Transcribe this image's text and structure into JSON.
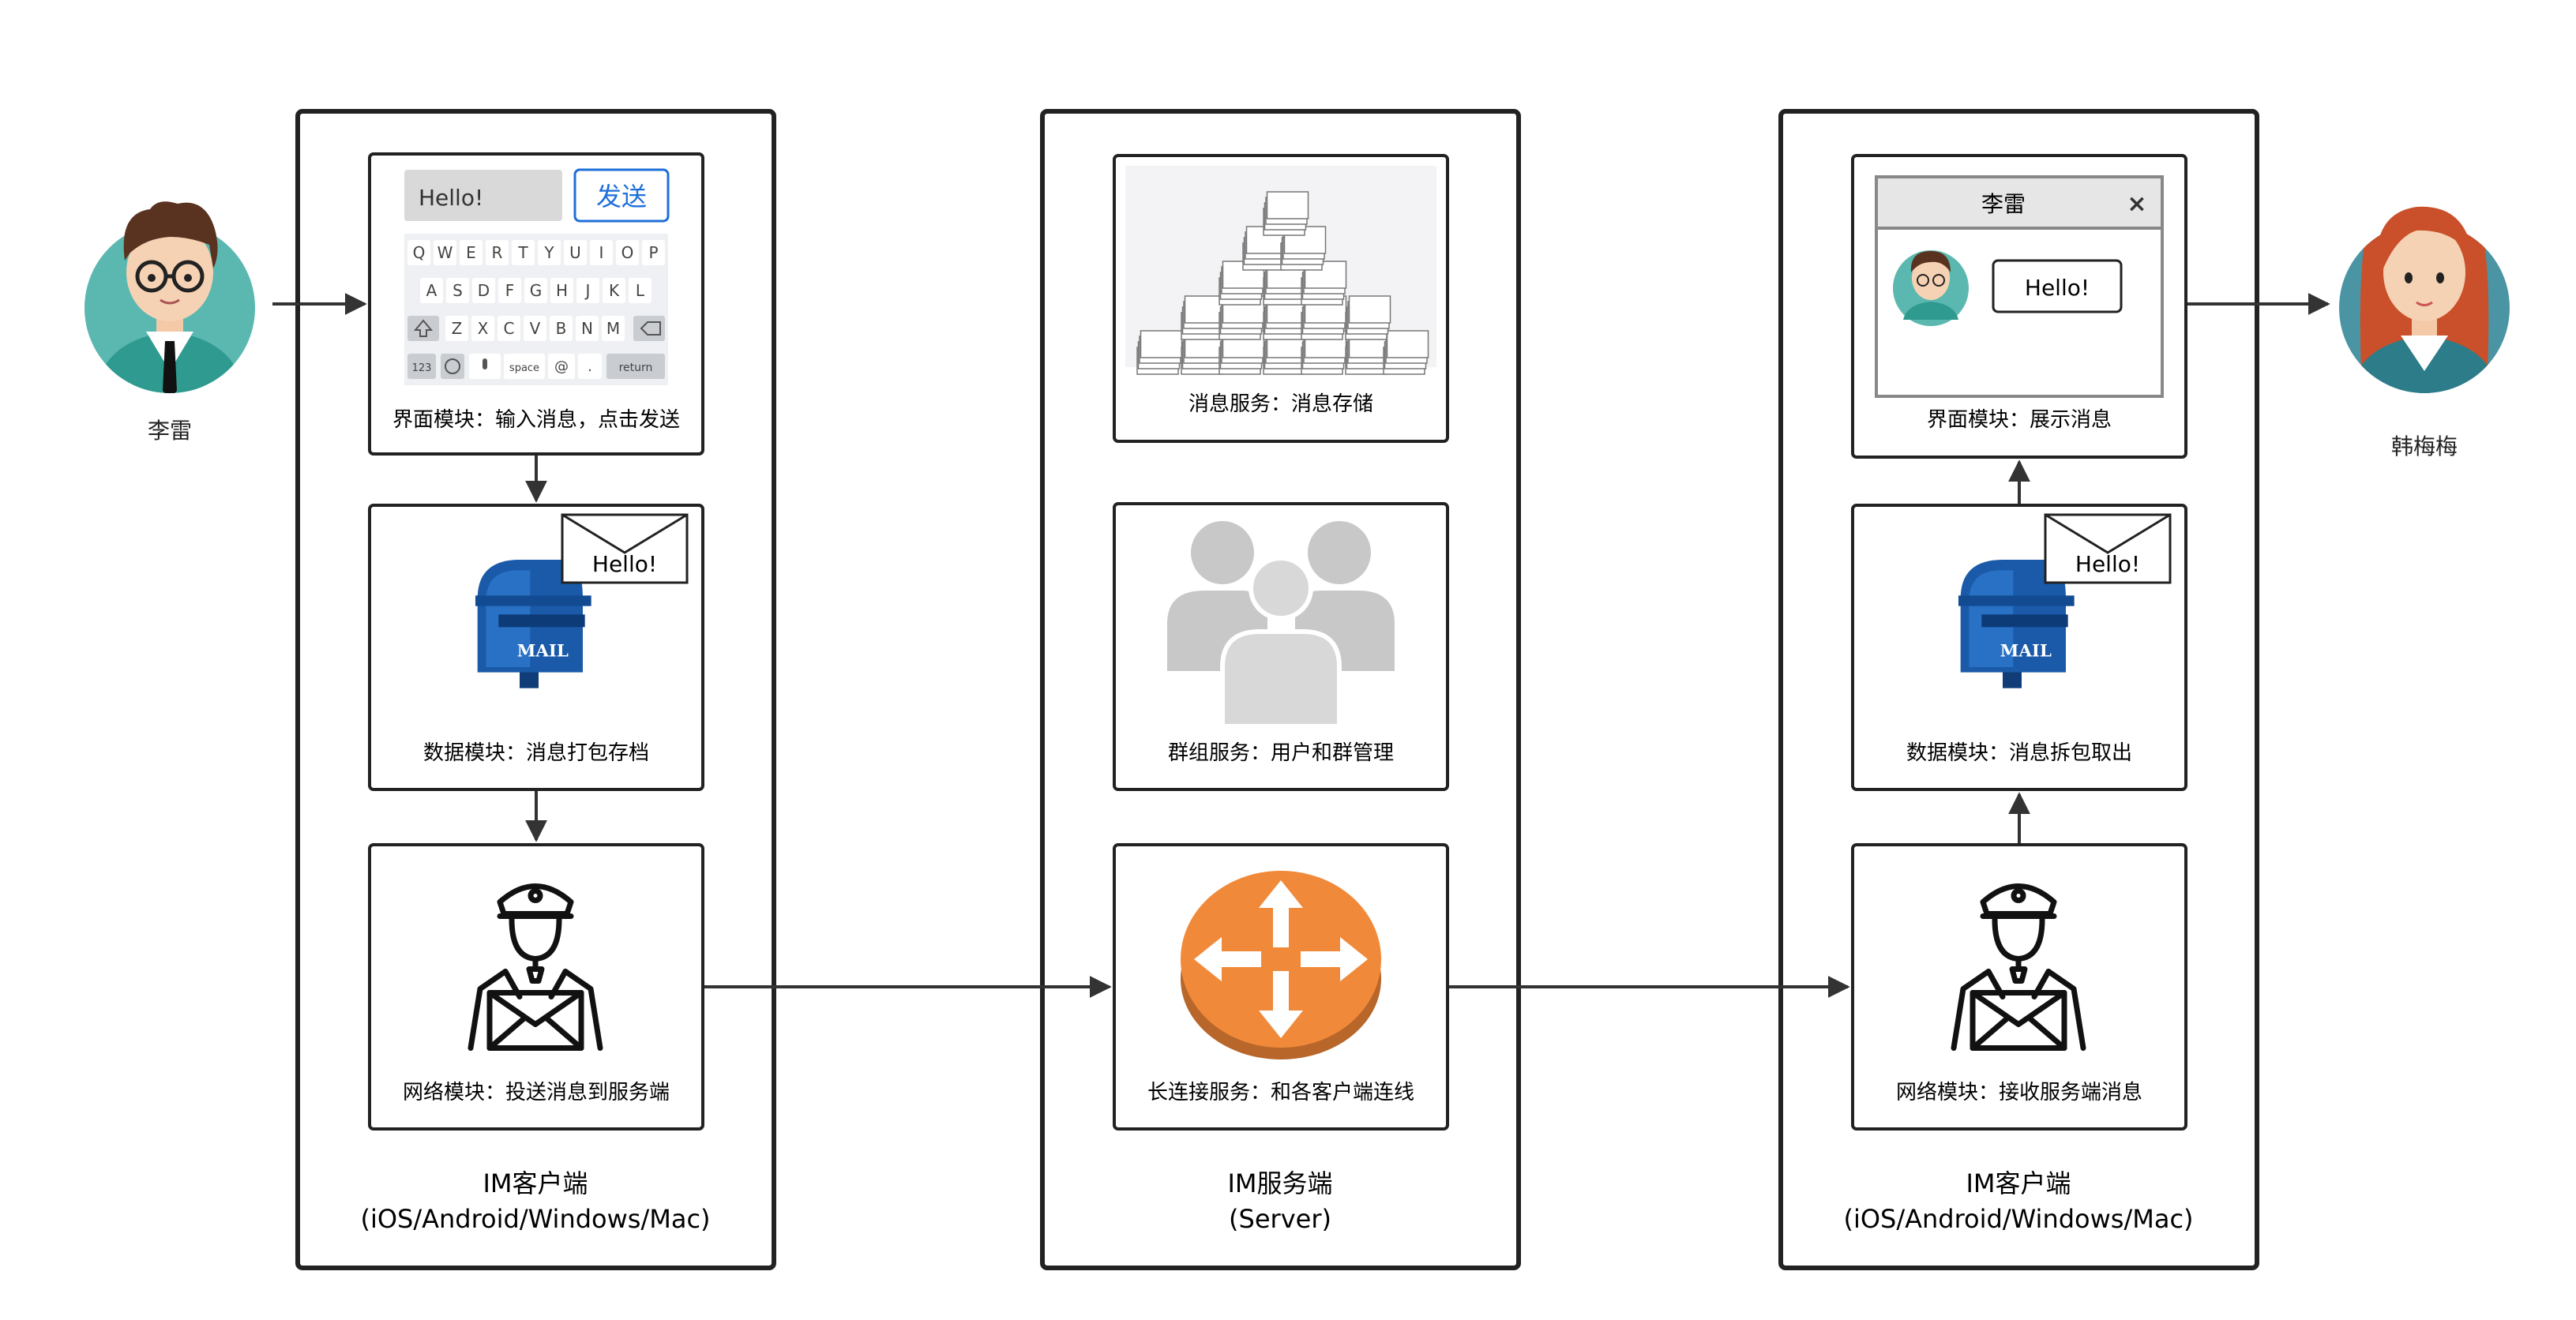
{
  "people": {
    "sender": {
      "name": "李雷"
    },
    "receiver": {
      "name": "韩梅梅"
    }
  },
  "columns": [
    {
      "id": "client-left",
      "title_line1": "IM客户端",
      "title_line2": "(iOS/Android/Windows/Mac)",
      "modules": [
        {
          "id": "ui-send",
          "caption": "界面模块：输入消息，点击发送",
          "input_text": "Hello!",
          "send_label": "发送",
          "keyboard": {
            "row1": [
              "Q",
              "W",
              "E",
              "R",
              "T",
              "Y",
              "U",
              "I",
              "O",
              "P"
            ],
            "row2": [
              "A",
              "S",
              "D",
              "F",
              "G",
              "H",
              "J",
              "K",
              "L"
            ],
            "row3": [
              "Z",
              "X",
              "C",
              "V",
              "B",
              "N",
              "M"
            ],
            "row4": [
              "123",
              "space",
              "@",
              ".",
              "return"
            ]
          }
        },
        {
          "id": "data-pack",
          "caption": "数据模块：消息打包存档",
          "envelope_text": "Hello!",
          "mailbox_text": "MAIL"
        },
        {
          "id": "net-send",
          "caption": "网络模块：投送消息到服务端"
        }
      ]
    },
    {
      "id": "server",
      "title_line1": "IM服务端",
      "title_line2": "(Server)",
      "modules": [
        {
          "id": "storage",
          "caption": "消息服务：消息存储"
        },
        {
          "id": "group",
          "caption": "群组服务：用户和群管理"
        },
        {
          "id": "longconn",
          "caption": "长连接服务：和各客户端连线"
        }
      ]
    },
    {
      "id": "client-right",
      "title_line1": "IM客户端",
      "title_line2": "(iOS/Android/Windows/Mac)",
      "modules": [
        {
          "id": "ui-show",
          "caption": "界面模块：展示消息",
          "window_title": "李雷",
          "message_text": "Hello!"
        },
        {
          "id": "data-unpack",
          "caption": "数据模块：消息拆包取出",
          "envelope_text": "Hello!",
          "mailbox_text": "MAIL"
        },
        {
          "id": "net-recv",
          "caption": "网络模块：接收服务端消息"
        }
      ]
    }
  ],
  "colors": {
    "border": "#222222",
    "arrow": "#333333",
    "send_blue": "#1e6fd9",
    "mailbox_blue": "#1a5aa8",
    "router_orange": "#f08a3a",
    "teal": "#5bb8b0",
    "group_grey": "#c8c8c8"
  }
}
